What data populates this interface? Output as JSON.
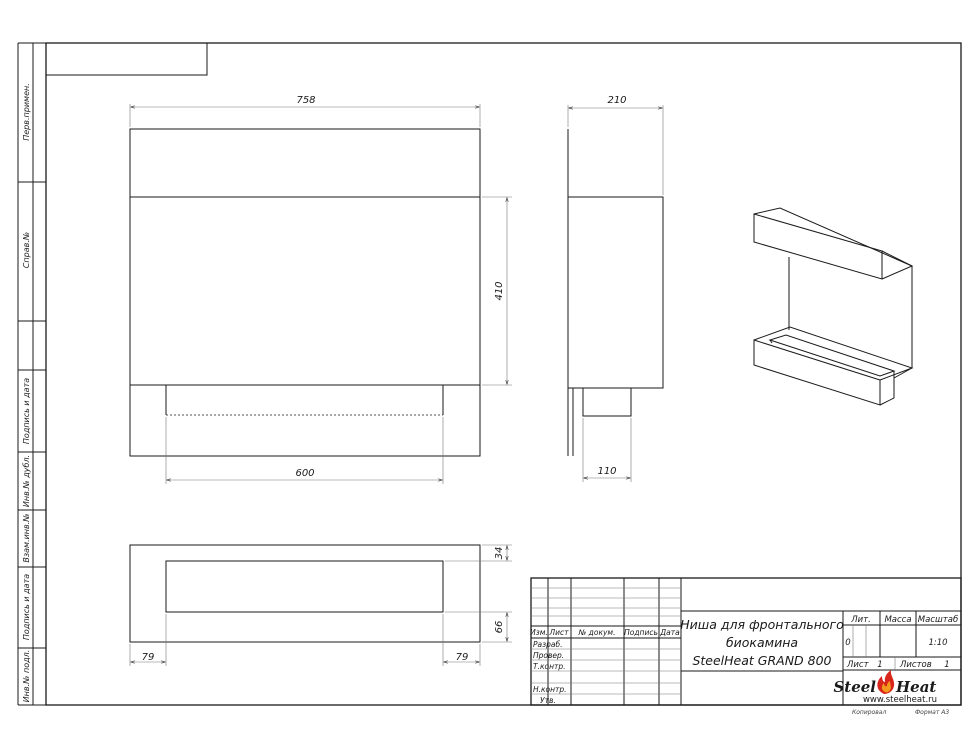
{
  "dimensions": {
    "front_width": "758",
    "front_height": "410",
    "front_opening": "600",
    "side_depth": "210",
    "side_bottom": "110",
    "top_height": "34",
    "top_offset": "66",
    "left_margin": "79",
    "right_margin": "79"
  },
  "side_stamp": {
    "perv_primen": "Перв.примен.",
    "sprav": "Справ.№",
    "podpis_data_1": "Подпись и дата",
    "inv_dubl": "Инв.№ дубл.",
    "vzam_inv": "Взам.инв.№",
    "podpis_data_2": "Подпись и дата",
    "inv_podl": "Инв.№ подл."
  },
  "title_block": {
    "headers": {
      "izm": "Изм.",
      "list": "Лист",
      "doc": "№ докум.",
      "sign": "Подпись",
      "date": "Дата"
    },
    "roles": {
      "razrab": "Разраб.",
      "prover": "Провер.",
      "tkontr": "Т.контр.",
      "nkontr": "Н.контр.",
      "utv": "Утв."
    },
    "title_line1": "Ниша для фронтального",
    "title_line2": "биокамина",
    "title_line3": "SteelHeat GRAND 800",
    "lit_label": "Лит.",
    "mass_label": "Масса",
    "scale_label": "Масштаб",
    "lit_value": "0",
    "scale_value": "1:10",
    "sheet_label": "Лист",
    "sheet_value": "1",
    "sheets_label": "Листов",
    "sheets_value": "1",
    "brand_left": "Steel",
    "brand_right": "Heat",
    "website": "www.steelheat.ru",
    "copied": "Копировал",
    "format": "Формат A3"
  },
  "colors": {
    "line": "#1a1a1a",
    "flame_outer": "#d9261c",
    "flame_inner": "#f39a1e"
  },
  "icons": {
    "brand_flame": "flame-icon"
  }
}
